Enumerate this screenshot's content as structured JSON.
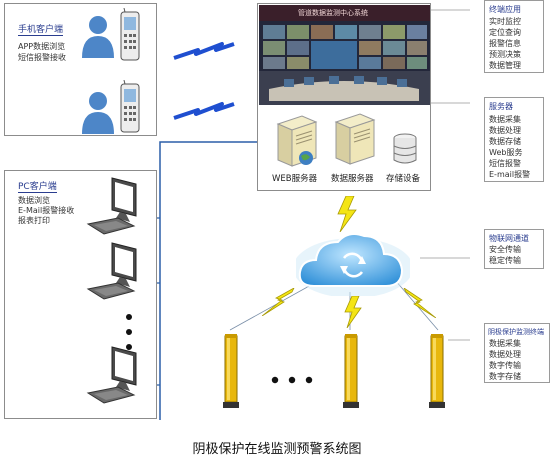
{
  "mobile_client": {
    "title": "手机客户端",
    "items": [
      "APP数据浏览",
      "短信报警接收"
    ]
  },
  "pc_client": {
    "title": "PC客户端",
    "items": [
      "数据浏览",
      "E-Mail报警接收",
      "报表打印"
    ]
  },
  "control_room": {
    "banner": "管道数据监测中心系统"
  },
  "servers": {
    "web": "WEB服务器",
    "data": "数据服务器",
    "storage": "存储设备"
  },
  "side_panels": [
    {
      "title": "终端应用",
      "items": [
        "实时监控",
        "定位查询",
        "报警信息",
        "预测决策",
        "数据管理"
      ]
    },
    {
      "title": "服务器",
      "items": [
        "数据采集",
        "数据处理",
        "数据存储",
        "Web服务",
        "短信报警",
        "E-mail报警"
      ]
    },
    {
      "title": "物联网通道",
      "items": [
        "安全传输",
        "稳定传输"
      ]
    },
    {
      "title": "阴极保护监测终端",
      "items": [
        "数据采集",
        "数据处理",
        "数字传输",
        "数字存储"
      ]
    }
  ],
  "caption": "阴极保护在线监测预警系统图",
  "colors": {
    "accent": "#2a3d8f",
    "connector": "#2b5fa8",
    "post": "#e8b70c",
    "lightning": "#f4e514",
    "cloud": "#3f9ee0"
  }
}
